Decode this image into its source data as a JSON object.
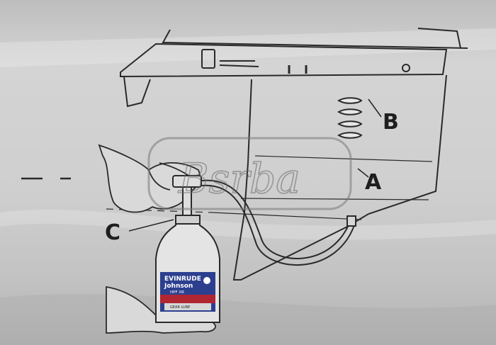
{
  "callouts": {
    "a": "A",
    "b": "B",
    "c": "C"
  },
  "bottle_label": {
    "brand_line1": "EVINRUDE",
    "brand_line2": "Johnson",
    "product": "HPF XR",
    "lube": "GEAR LUBE"
  },
  "watermark": "Bsrba",
  "colors": {
    "paper": "#cfcfcf",
    "ink": "#2a2a2a",
    "label_blue": "#2c3f8f",
    "label_red": "#b02632"
  }
}
